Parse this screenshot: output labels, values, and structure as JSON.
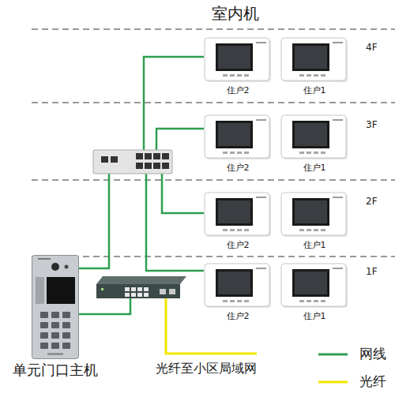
{
  "diagram": {
    "title": "室内机",
    "nodes": [
      {
        "text": [
          "住户2"
        ]
      },
      {
        "text": [
          "住户1"
        ]
      },
      {
        "text": [
          "住户2"
        ]
      },
      {
        "text": [
          "住户1"
        ]
      },
      {
        "text": [
          "住户2"
        ]
      },
      {
        "text": [
          "住户1"
        ]
      },
      {
        "text": [
          "住户2"
        ]
      },
      {
        "text": [
          "住户1"
        ]
      },
      {
        "text": [
          "单元门口主机"
        ]
      }
    ],
    "labels": [
      "4F",
      "3F",
      "2F",
      "1F",
      "光纤至小区局域网"
    ],
    "legend": [
      {
        "text": "网线"
      },
      {
        "text": "光纤"
      }
    ]
  }
}
